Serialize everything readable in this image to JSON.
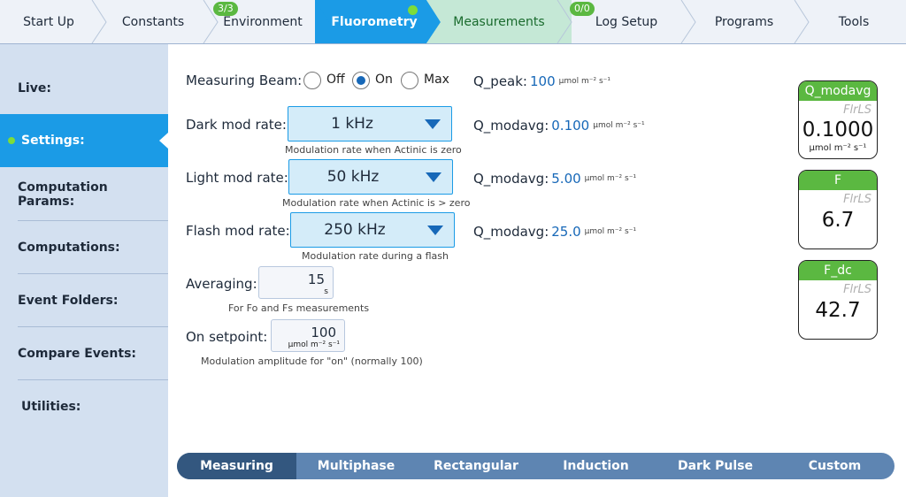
{
  "topnav": {
    "tabs": [
      {
        "label": "Start Up"
      },
      {
        "label": "Constants"
      },
      {
        "label": "Environment",
        "badge": "3/3"
      },
      {
        "label": "Fluorometry"
      },
      {
        "label": "Measurements",
        "badge": "0/0"
      },
      {
        "label": "Log Setup"
      },
      {
        "label": "Programs"
      },
      {
        "label": "Tools"
      }
    ],
    "active_tab": "Fluorometry"
  },
  "sidebar": {
    "items": [
      {
        "label": "Live:"
      },
      {
        "label": "Settings:"
      },
      {
        "label": "Computation Params:"
      },
      {
        "label": "Computations:"
      },
      {
        "label": "Event Folders:"
      },
      {
        "label": "Compare Events:"
      },
      {
        "label": "Utilities:"
      }
    ],
    "active_item": "Settings:"
  },
  "form": {
    "measuring_beam": {
      "label": "Measuring Beam:",
      "options": [
        "Off",
        "On",
        "Max"
      ],
      "selected": "On"
    },
    "dark_mod_rate": {
      "label": "Dark mod rate:",
      "value": "1 kHz",
      "hint": "Modulation rate when Actinic is zero"
    },
    "light_mod_rate": {
      "label": "Light mod rate:",
      "value": "50 kHz",
      "hint": "Modulation rate when Actinic is > zero"
    },
    "flash_mod_rate": {
      "label": "Flash mod rate:",
      "value": "250 kHz",
      "hint": "Modulation rate during a flash"
    },
    "averaging": {
      "label": "Averaging:",
      "value": "15",
      "unit": "s",
      "hint": "For Fo and Fs measurements"
    },
    "on_setpoint": {
      "label": "On setpoint:",
      "value": "100",
      "unit": "µmol m⁻² s⁻¹",
      "hint": "Modulation amplitude for \"on\" (normally 100)"
    }
  },
  "quantities": [
    {
      "key": "Q_peak:",
      "value": "100",
      "unit": "µmol m⁻² s⁻¹"
    },
    {
      "key": "Q_modavg:",
      "value": "0.100",
      "unit": "µmol m⁻² s⁻¹"
    },
    {
      "key": "Q_modavg:",
      "value": "5.00",
      "unit": "µmol m⁻² s⁻¹"
    },
    {
      "key": "Q_modavg:",
      "value": "25.0",
      "unit": "µmol m⁻² s⁻¹"
    }
  ],
  "readouts": [
    {
      "title": "Q_modavg",
      "source": "FlrLS",
      "value": "0.1000",
      "unit": "µmol m⁻² s⁻¹"
    },
    {
      "title": "F",
      "source": "FlrLS",
      "value": "6.7"
    },
    {
      "title": "F_dc",
      "source": "FlrLS",
      "value": "42.7"
    }
  ],
  "bottom_tabs": {
    "items": [
      "Measuring",
      "Multiphase",
      "Rectangular",
      "Induction",
      "Dark Pulse",
      "Custom"
    ],
    "active": "Measuring"
  },
  "colors": {
    "accent": "#1b9be6",
    "green": "#5bb841",
    "sidebar_bg": "#d3e0f0",
    "segment_bg": "#5e85b2",
    "segment_active": "#33577f",
    "value_blue": "#1768b8"
  }
}
